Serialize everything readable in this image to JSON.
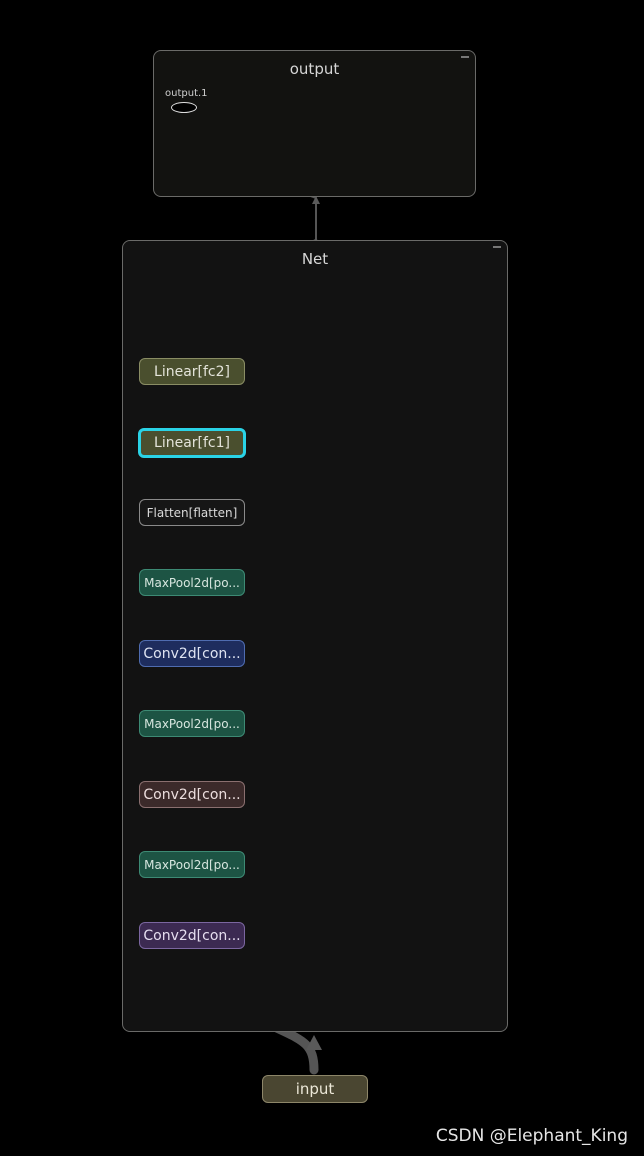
{
  "groups": {
    "output": {
      "title": "output",
      "port_label": "output.1"
    },
    "net": {
      "title": "Net"
    }
  },
  "nodes": [
    {
      "id": "fc2",
      "label": "Linear[fc2]",
      "color": "#4a4f2e",
      "border": "#8a8d64"
    },
    {
      "id": "fc1",
      "label": "Linear[fc1]",
      "color": "#4a4f2e",
      "border": "#2ad3e6"
    },
    {
      "id": "flatten",
      "label": "Flatten[flatten]",
      "color": "#161616",
      "border": "#8a8a8a"
    },
    {
      "id": "pool3",
      "label": "MaxPool2d[po...",
      "color": "#1d5444",
      "border": "#3d8a74"
    },
    {
      "id": "conv3",
      "label": "Conv2d[con...",
      "color": "#1e2d5e",
      "border": "#4f6cb0"
    },
    {
      "id": "pool2",
      "label": "MaxPool2d[po...",
      "color": "#1d5444",
      "border": "#3d8a74"
    },
    {
      "id": "conv2",
      "label": "Conv2d[con...",
      "color": "#3b2a2a",
      "border": "#8a6f6f"
    },
    {
      "id": "pool1",
      "label": "MaxPool2d[po...",
      "color": "#1d5444",
      "border": "#3d8a74"
    },
    {
      "id": "conv1",
      "label": "Conv2d[con...",
      "color": "#3c2a52",
      "border": "#7b66a0"
    }
  ],
  "input_node": {
    "label": "input",
    "color": "#4a4631",
    "border": "#8d8669"
  },
  "watermark": "CSDN @Elephant_King"
}
